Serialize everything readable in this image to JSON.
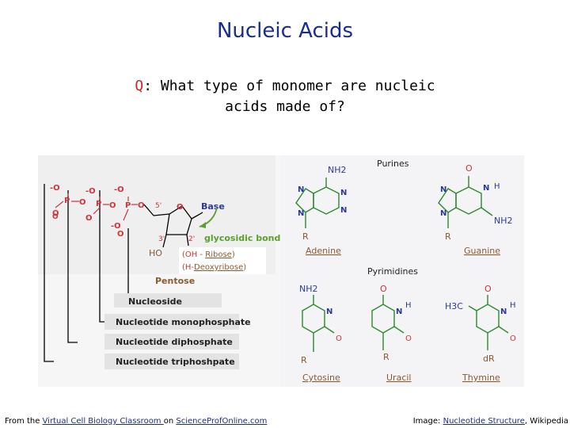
{
  "slide": {
    "title": "Nucleic Acids",
    "question_prefix": "Q",
    "question_text": ": What type of monomer are nucleic acids made of?"
  },
  "figure": {
    "purines_heading": "Purines",
    "pyrimidines_heading": "Pyrimidines",
    "base_label": "Base",
    "glycosidic_label": "glycosidic bond",
    "pentose_label": "Pentose",
    "ribose_line": {
      "open": "(",
      "group": "OH",
      "dash": " - ",
      "name": "Ribose",
      "close": ")"
    },
    "deoxy_line": {
      "open": "(",
      "group": "H",
      "dash": "-",
      "name": "Deoxyribose",
      "close": ")"
    },
    "ho_label": "HO",
    "five_prime": "5'",
    "three_prime": "3'",
    "two_prime": "2'",
    "phosphate": {
      "o": "O",
      "p": "P",
      "neg_o": "-O",
      "o_neg": "O-"
    },
    "brackets": [
      "Nucleoside",
      "Nucleotide monophosphate",
      "Nucleotide diphosphate",
      "Nucleotide triphoshpate"
    ],
    "bases": {
      "adenine": {
        "name": "Adenine",
        "top": "NH2",
        "bottom": "R"
      },
      "guanine": {
        "name": "Guanine",
        "top": "O",
        "side": "NH2",
        "bottom": "R"
      },
      "cytosine": {
        "name": "Cytosine",
        "top": "NH2",
        "bottom": "R"
      },
      "uracil": {
        "name": "Uracil",
        "top": "O",
        "bottom": "R"
      },
      "thymine": {
        "name": "Thymine",
        "top": "O",
        "side": "H3C",
        "bottom": "dR"
      }
    },
    "atoms": {
      "n": "N",
      "h": "H",
      "o": "O"
    }
  },
  "credits": {
    "left_prefix": "From the ",
    "left_link": "Virtual Cell Biology Classroom ",
    "left_mid": "on ",
    "left_link2": "ScienceProfOnline.com",
    "right_prefix": "Image: ",
    "right_link": "Nucleotide Structure",
    "right_suffix": ", Wikipedia"
  },
  "colors": {
    "title": "#1a2d8c",
    "question_q": "#c0282a",
    "phosphate_red": "#d0333a",
    "nitrogen_blue": "#2d3a9c",
    "oxygen_red": "#d0333a",
    "bond_green": "#2a8a2a",
    "glycosidic_green": "#5aa02e",
    "base_name_brown": "#8a5a30",
    "bracket_gray": "#e0e0e0"
  }
}
